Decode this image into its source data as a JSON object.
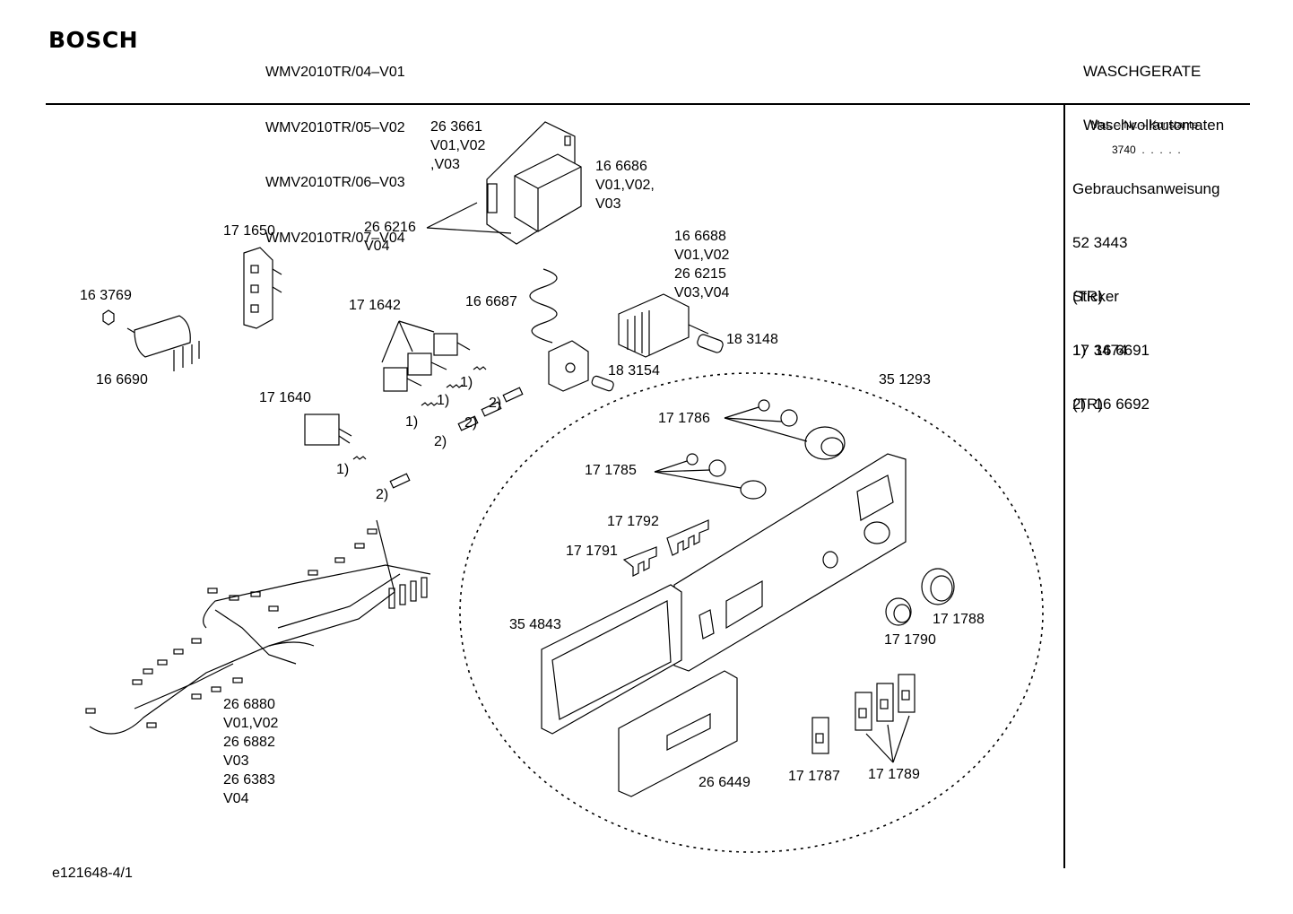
{
  "header": {
    "brand": "BOSCH",
    "models": [
      "WMV2010TR/04–V01",
      "WMV2010TR/05–V02",
      "WMV2010TR/06–V03",
      "WMV2010TR/07–V04"
    ],
    "category": "WASCHGERATE",
    "subcategory": "Waschvollautomaten"
  },
  "sidebar": {
    "mat_label": "Mat. – Nr. – Konstante",
    "mat_value": "3740  .  .  .  .  .",
    "manual_title": "Gebrauchsanweisung",
    "manual_number": "52 3443",
    "manual_lang": "(TR)",
    "manual_item1": "1)  16 6691",
    "manual_item2": "2)  16 6692",
    "sticker_title": "Sticker",
    "sticker_number": "17 3474",
    "sticker_lang": "(TR)"
  },
  "labels": {
    "p263661": "26 3661\nV01,V02\n,V03",
    "p166686": "16 6686\nV01,V02,\nV03",
    "p266216": "26 6216\nV04",
    "p171650": "17 1650",
    "p163769": "16 3769",
    "p166690": "16 6690",
    "p171642": "17 1642",
    "p166687": "16 6687",
    "p166688": "16 6688\nV01,V02\n26 6215\nV03,V04",
    "p183148": "18 3148",
    "p183154": "18 3154",
    "p351293": "35 1293",
    "p171640": "17 1640",
    "n1a": "1)",
    "n1b": "1)",
    "n1c": "1)",
    "n1d": "1)",
    "n2a": "2)",
    "n2b": "2)",
    "n2c": "2)",
    "n2d": "2)",
    "p171786": "17 1786",
    "p171785": "17 1785",
    "p171792": "17 1792",
    "p171791": "17 1791",
    "p354843": "35 4843",
    "p171788": "17 1788",
    "p171790": "17 1790",
    "p266880": "26 6880\nV01,V02\n26 6882\nV03\n26 6383\nV04",
    "p266449": "26 6449",
    "p171787": "17 1787",
    "p171789": "17 1789"
  },
  "footer": {
    "code": "e121648-4/1"
  }
}
